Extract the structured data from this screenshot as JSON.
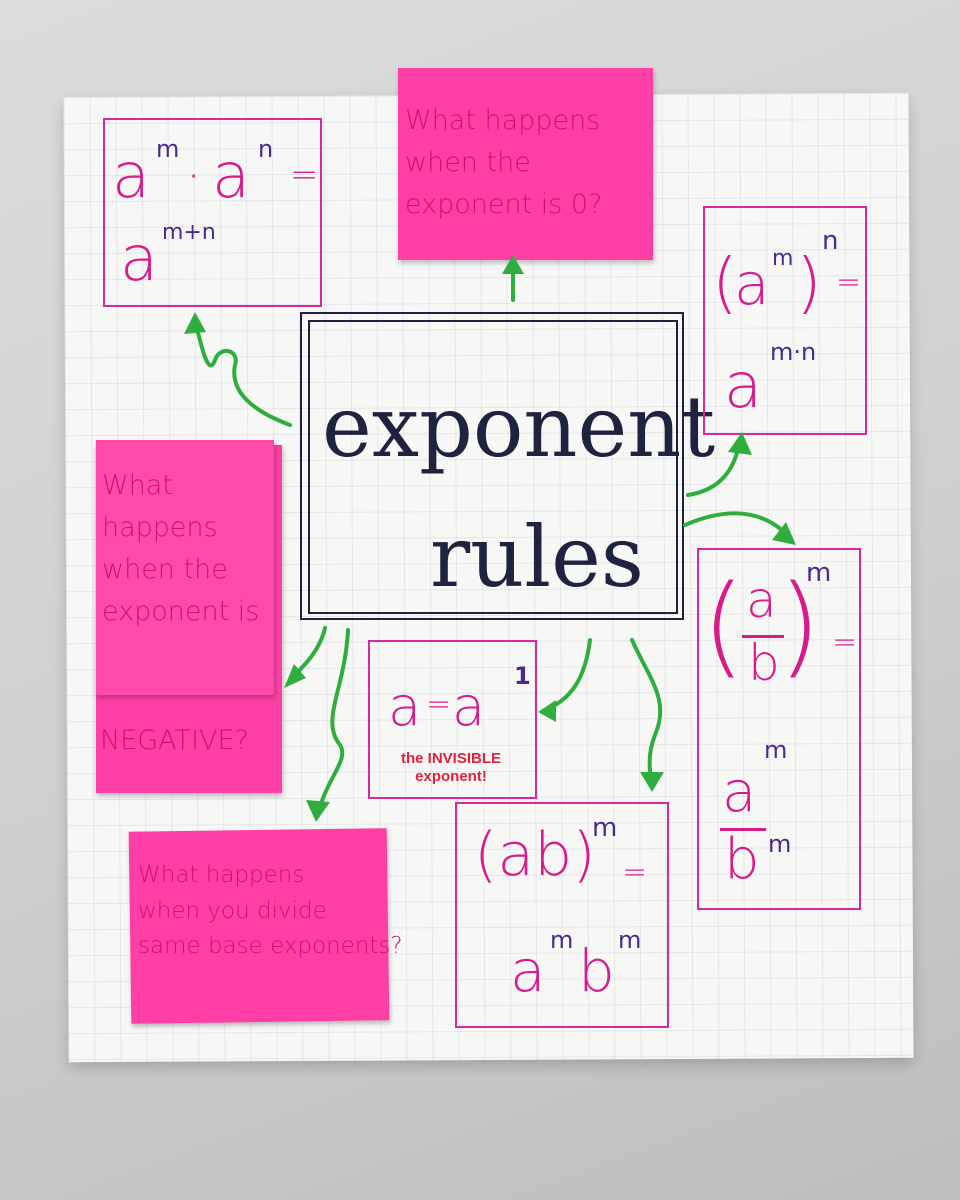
{
  "title": {
    "line1": "exponent",
    "line2": "rules"
  },
  "product_rule": {
    "base1": "a",
    "exp1": "m",
    "dot": "·",
    "base2": "a",
    "exp2": "n",
    "equals": "=",
    "result_base": "a",
    "result_exp": "m+n"
  },
  "power_rule": {
    "open": "(",
    "base": "a",
    "inner_exp": "m",
    "close": ")",
    "outer_exp": "n",
    "equals": "=",
    "result_base": "a",
    "result_exp": "m·n"
  },
  "quotient_power_rule": {
    "num": "a",
    "den": "b",
    "exp": "m",
    "equals": "=",
    "result_num": "a",
    "result_num_exp": "m",
    "result_den": "b",
    "result_den_exp": "m"
  },
  "product_power_rule": {
    "lhs": "(ab)",
    "exp": "m",
    "equals": "=",
    "result_a": "a",
    "result_a_exp": "m",
    "result_b": "b",
    "result_b_exp": "m"
  },
  "invisible_rule": {
    "lhs": "a",
    "equals": "=",
    "rhs": "a",
    "exp": "1",
    "note": "the INVISIBLE exponent!"
  },
  "sticky_notes": {
    "zero": "What happens\nwhen the\nexponent is 0?",
    "negative": "What\nhappens\nwhen the\nexponent is",
    "negative_tail": "NEGATIVE?",
    "divide": "What happens\nwhen you divide\nsame base exponents?"
  },
  "colors": {
    "magenta_ink": "#d81b8c",
    "purple_ink": "#4b2a8c",
    "navy_ink": "#20233f",
    "green_ink": "#2fae3f",
    "sticky": "#ff3fa6",
    "red_ink": "#e2223c"
  }
}
